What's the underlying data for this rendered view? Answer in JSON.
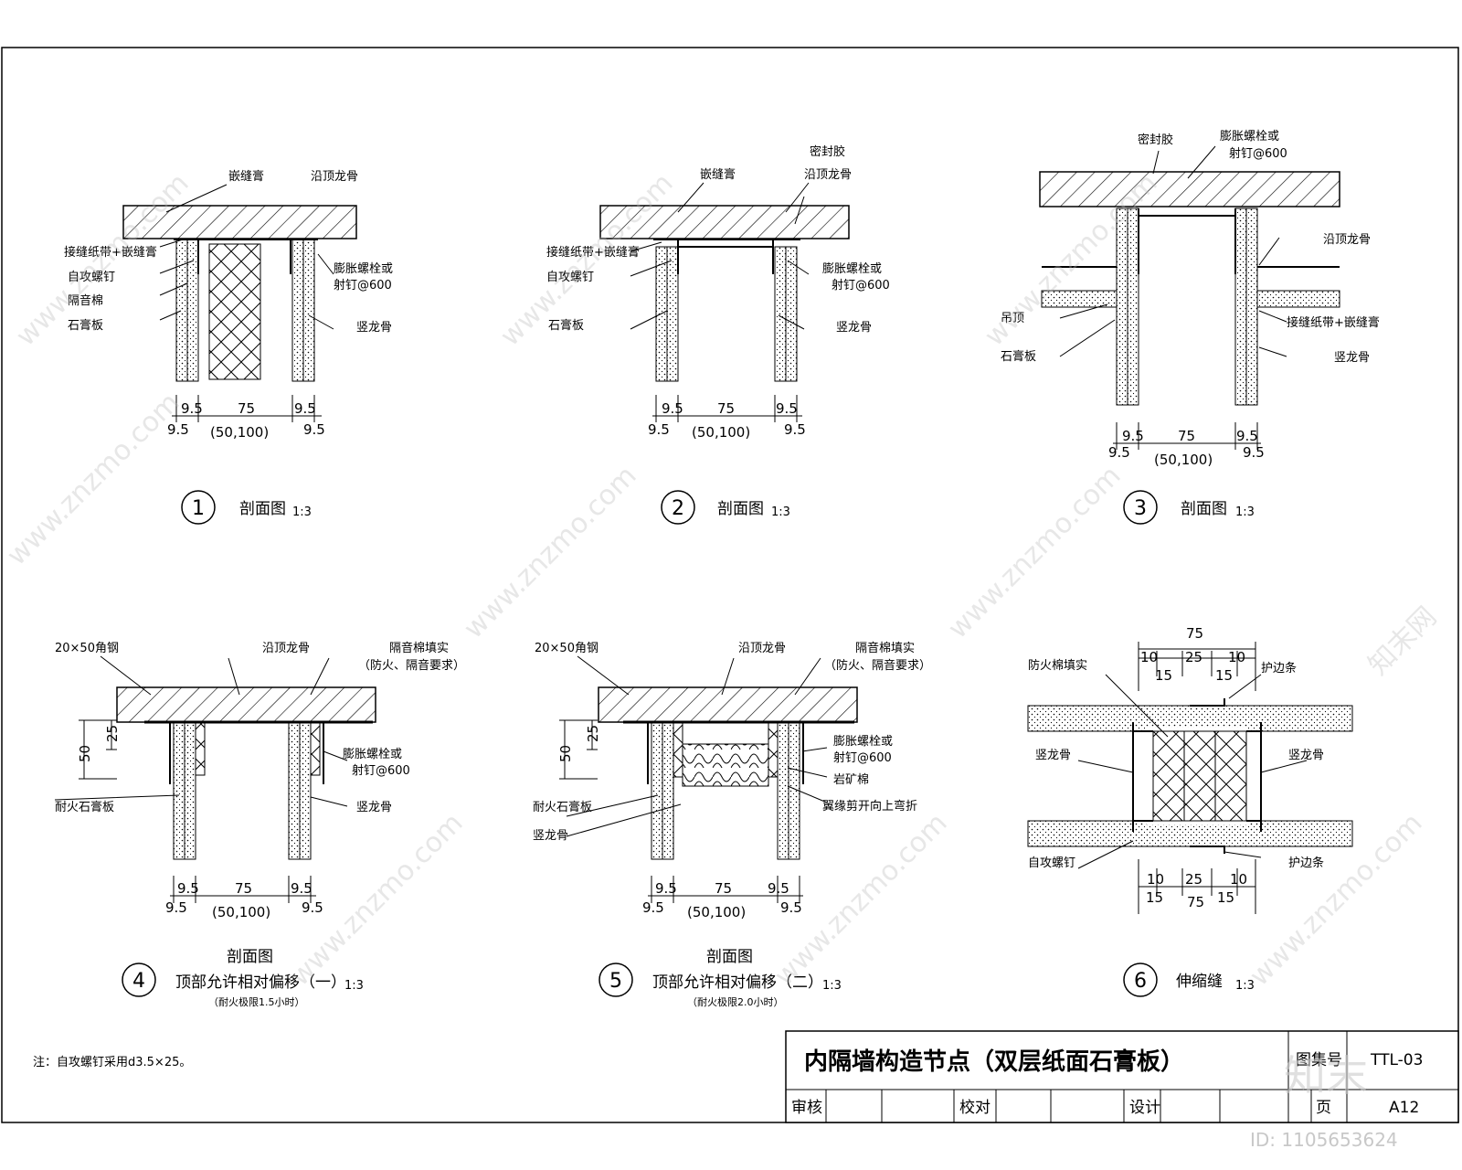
{
  "details": [
    {
      "num": "1",
      "caption": "剖面图",
      "scale": "1:3",
      "labels": [
        "嵌缝膏",
        "沿顶龙骨",
        "接缝纸带+嵌缝膏",
        "自攻螺钉",
        "隔音棉",
        "石膏板",
        "膨胀螺栓或",
        "射钉@600",
        "竖龙骨"
      ],
      "dims": [
        "9.5",
        "75",
        "9.5",
        "9.5",
        "(50,100)",
        "9.5"
      ]
    },
    {
      "num": "2",
      "caption": "剖面图",
      "scale": "1:3",
      "labels": [
        "嵌缝膏",
        "密封胶",
        "沿顶龙骨",
        "接缝纸带+嵌缝膏",
        "自攻螺钉",
        "膨胀螺栓或",
        "射钉@600",
        "石膏板",
        "竖龙骨"
      ],
      "dims": [
        "9.5",
        "75",
        "9.5",
        "9.5",
        "(50,100)",
        "9.5"
      ]
    },
    {
      "num": "3",
      "caption": "剖面图",
      "scale": "1:3",
      "labels": [
        "密封胶",
        "膨胀螺栓或",
        "射钉@600",
        "沿顶龙骨",
        "吊顶",
        "接缝纸带+嵌缝膏",
        "石膏板",
        "竖龙骨"
      ],
      "dims": [
        "9.5",
        "75",
        "9.5",
        "9.5",
        "(50,100)",
        "9.5"
      ]
    },
    {
      "num": "4",
      "caption": "剖面图",
      "caption2": "顶部允许相对偏移（一）",
      "scale": "1:3",
      "note": "（耐火极限1.5小时）",
      "labels": [
        "20×50角钢",
        "沿顶龙骨",
        "隔音棉填实",
        "（防火、隔音要求）",
        "膨胀螺栓或",
        "射钉@600",
        "耐火石膏板",
        "竖龙骨"
      ],
      "vdims": [
        "50",
        "25"
      ],
      "dims": [
        "9.5",
        "75",
        "9.5",
        "9.5",
        "(50,100)",
        "9.5"
      ]
    },
    {
      "num": "5",
      "caption": "剖面图",
      "caption2": "顶部允许相对偏移（二）",
      "scale": "1:3",
      "note": "（耐火极限2.0小时）",
      "labels": [
        "20×50角钢",
        "沿顶龙骨",
        "隔音棉填实",
        "（防火、隔音要求）",
        "膨胀螺栓或",
        "射钉@600",
        "岩矿棉",
        "翼缘剪开向上弯折",
        "耐火石膏板",
        "竖龙骨"
      ],
      "vdims": [
        "50",
        "25"
      ],
      "dims": [
        "9.5",
        "75",
        "9.5",
        "9.5",
        "(50,100)",
        "9.5"
      ]
    },
    {
      "num": "6",
      "caption": "伸缩缝",
      "scale": "1:3",
      "labels": [
        "防火棉填实",
        "护边条",
        "竖龙骨",
        "竖龙骨",
        "自攻螺钉",
        "护边条"
      ],
      "dims_top": [
        "75",
        "10",
        "25",
        "10",
        "15",
        "15"
      ],
      "dims_bottom": [
        "10",
        "25",
        "10",
        "15",
        "75",
        "15"
      ]
    }
  ],
  "note": "注：自攻螺钉采用d3.5×25。",
  "title_block": {
    "title": "内隔墙构造节点（双层纸面石膏板）",
    "sheet_label": "图集号",
    "sheet_no": "TTL-03",
    "review_label": "审核",
    "check_label": "校对",
    "design_label": "设计",
    "page_label": "页",
    "page_no": "A12"
  },
  "watermark": {
    "text": "www.znzmo.com",
    "brand": "知末网",
    "logo": "知末",
    "id": "ID: 1105653624"
  }
}
